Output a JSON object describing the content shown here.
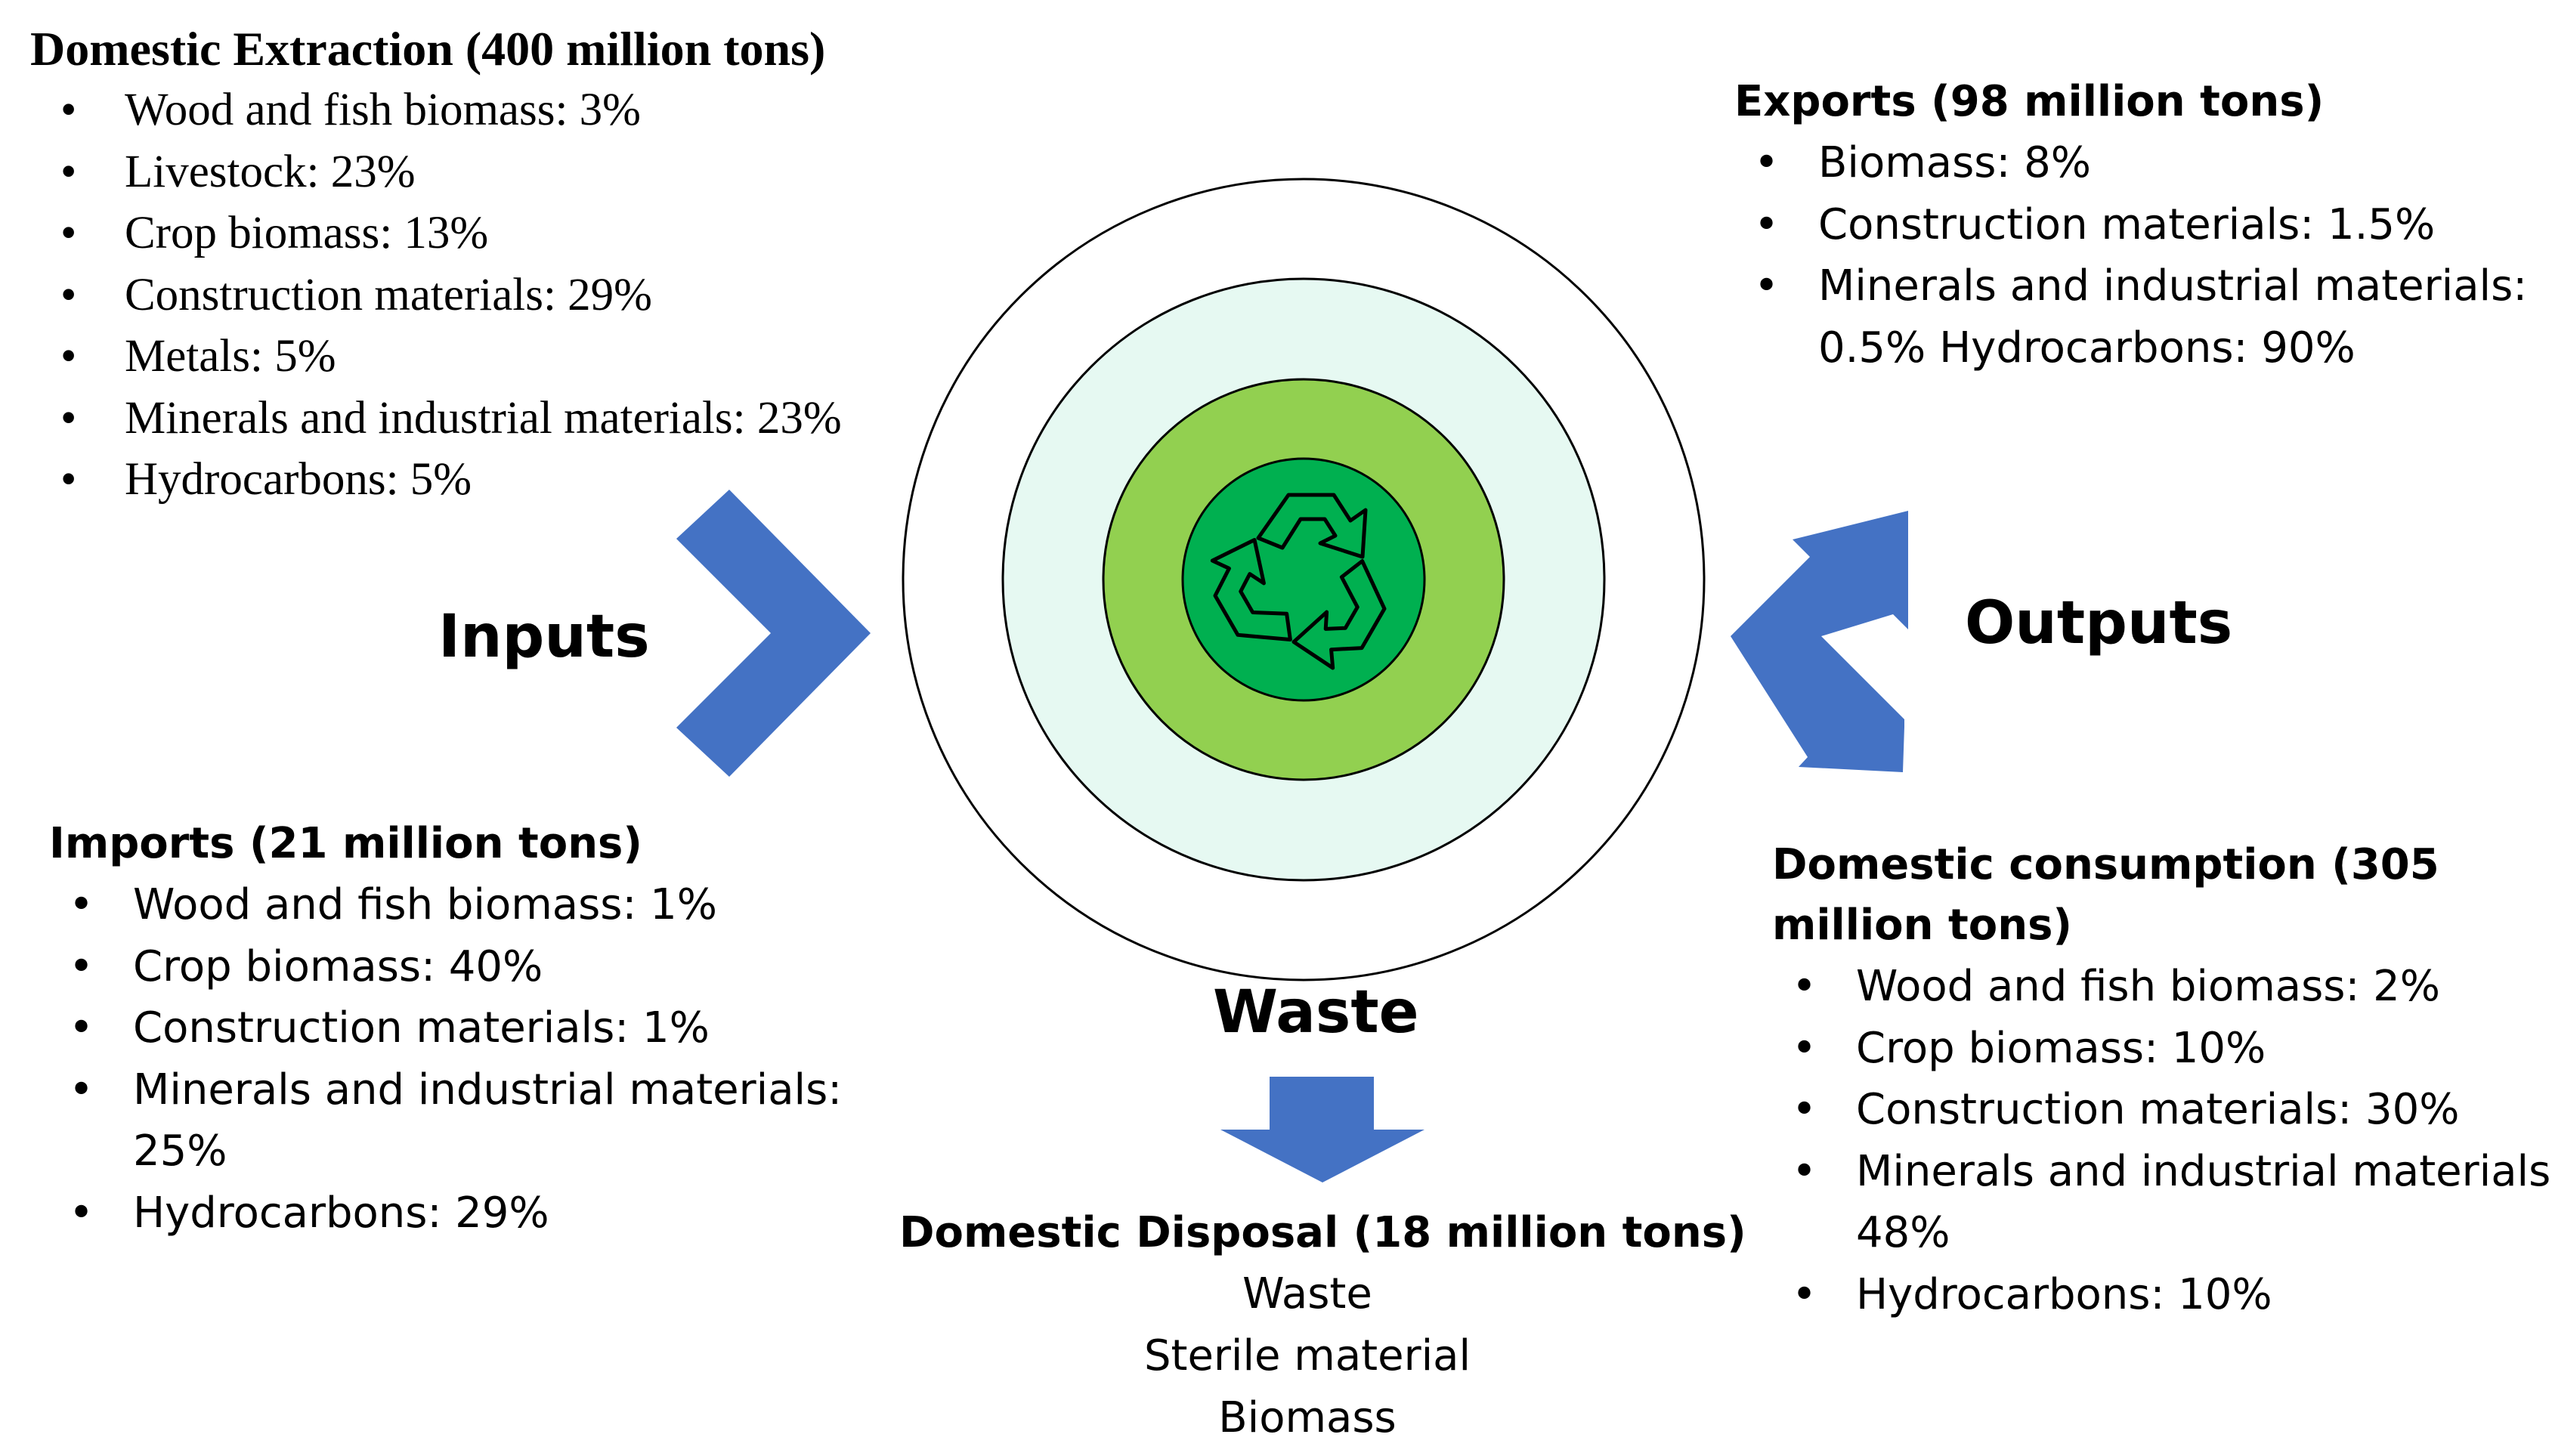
{
  "diagram": {
    "labels": {
      "inputs": "Inputs",
      "outputs": "Outputs",
      "waste": "Waste"
    },
    "domestic_extraction": {
      "heading": "Domestic Extraction (400 million tons)",
      "items": [
        "Wood and fish biomass: 3%",
        "Livestock: 23%",
        "Crop biomass: 13%",
        "Construction materials: 29%",
        "Metals: 5%",
        "Minerals and industrial materials: 23%",
        "Hydrocarbons: 5%"
      ]
    },
    "exports": {
      "heading": "Exports (98 million tons)",
      "items": [
        "Biomass: 8%",
        "Construction materials: 1.5%",
        "Minerals and industrial materials: 0.5% Hydrocarbons: 90%"
      ]
    },
    "imports": {
      "heading": "Imports (21 million tons)",
      "items": [
        "Wood and fish biomass: 1%",
        "Crop biomass: 40%",
        "Construction materials: 1%",
        "Minerals and industrial materials: 25%",
        "Hydrocarbons: 29%"
      ]
    },
    "domestic_consumption": {
      "heading": "Domestic consumption (305 million tons)",
      "items": [
        "Wood and fish biomass: 2%",
        "Crop biomass: 10%",
        "Construction materials: 30%",
        "Minerals and industrial materials: 48%",
        "Hydrocarbons: 10%"
      ]
    },
    "domestic_disposal": {
      "heading": "Domestic Disposal (18 million tons)",
      "lines": [
        "Waste",
        "Sterile material",
        "Biomass"
      ]
    },
    "colors": {
      "arrow": "#4472c4",
      "ring_outer": "#ffffff",
      "ring_mint": "#e6f9f2",
      "ring_lime": "#92d050",
      "ring_core": "#00b050",
      "stroke": "#000000"
    },
    "icons": {
      "center": "recycle-icon"
    }
  }
}
